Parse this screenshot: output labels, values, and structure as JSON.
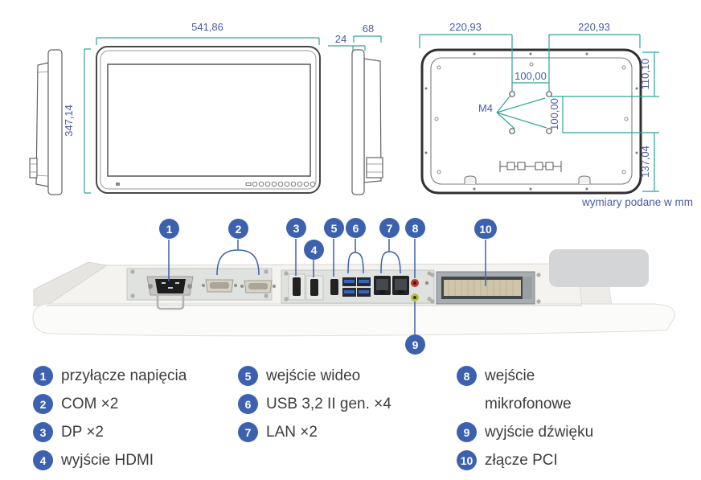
{
  "drawings": {
    "dims": {
      "front_width": "541,86",
      "front_height": "347,14",
      "bezel_depth": "24",
      "total_depth": "68",
      "rear_left": "220,93",
      "rear_right": "220,93",
      "vesa_horizontal": "100,00",
      "vesa_vertical": "100,00",
      "top_to_vesa": "110,10",
      "vesa_to_bottom": "137,04",
      "thread": "M4"
    },
    "note": "wymiary podane w mm"
  },
  "photo": {
    "callouts": [
      {
        "num": "1"
      },
      {
        "num": "2"
      },
      {
        "num": "3"
      },
      {
        "num": "4"
      },
      {
        "num": "5"
      },
      {
        "num": "6"
      },
      {
        "num": "7"
      },
      {
        "num": "8"
      },
      {
        "num": "9"
      },
      {
        "num": "10"
      }
    ]
  },
  "legend": {
    "columns": [
      {
        "items": [
          {
            "num": "1",
            "label": "przyłącze napięcia"
          },
          {
            "num": "2",
            "label": "COM ×2"
          },
          {
            "num": "3",
            "label": "DP ×2"
          },
          {
            "num": "4",
            "label": "wyjście HDMI"
          }
        ]
      },
      {
        "items": [
          {
            "num": "5",
            "label": "wejście wideo"
          },
          {
            "num": "6",
            "label": "USB 3,2 II gen. ×4"
          },
          {
            "num": "7",
            "label": "LAN ×2"
          }
        ]
      },
      {
        "items": [
          {
            "num": "8",
            "label": "wejście mikrofonowe"
          },
          {
            "num": "9",
            "label": "wyjście dźwięku"
          },
          {
            "num": "10",
            "label": "złącze PCI"
          }
        ]
      }
    ]
  },
  "colors": {
    "dimension_line_teal": "#2da49a",
    "dimension_text_blue": "#4a5ba6",
    "callout_blue": "#3c61ae",
    "legend_text": "#3c3c3c"
  }
}
